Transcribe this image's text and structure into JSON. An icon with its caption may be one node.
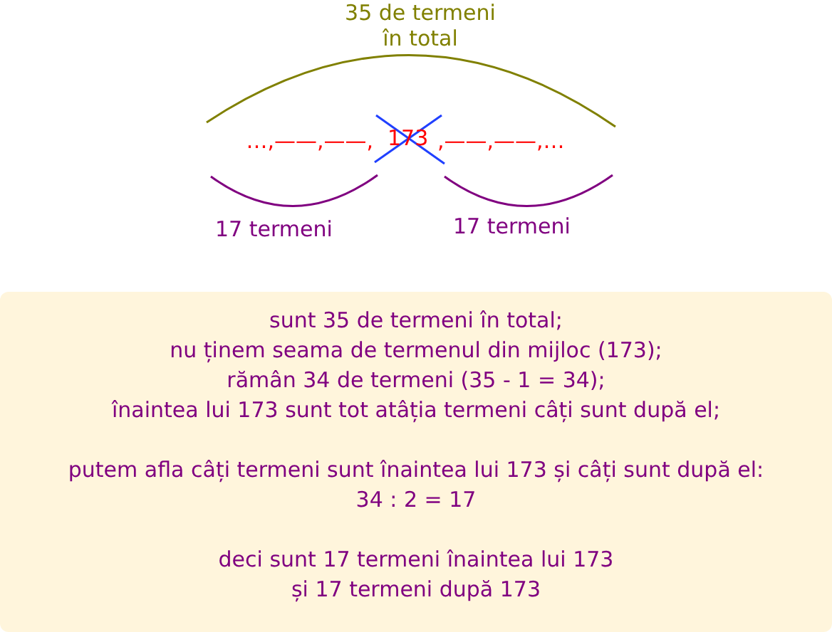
{
  "diagram": {
    "nodes": [
      {
        "text": [
          "sunt 35 de termeni în total;",
          "nu ținem seama de termenul din mijloc (173);",
          "rămân 34 de termeni (35 - 1 = 34);",
          "înaintea lui 173 sunt tot atâția termeni câți sunt după el;",
          "putem afla câți termeni sunt înaintea lui 173 și câți sunt după el:",
          "34 : 2 = 17",
          "deci sunt 17 termeni înaintea lui 173",
          "și 17 termeni după 173"
        ]
      }
    ],
    "labels": [
      "35 de termeni în total",
      "…,——,——,",
      "173",
      ",——,——,…",
      "17 termeni",
      "17 termeni"
    ]
  }
}
